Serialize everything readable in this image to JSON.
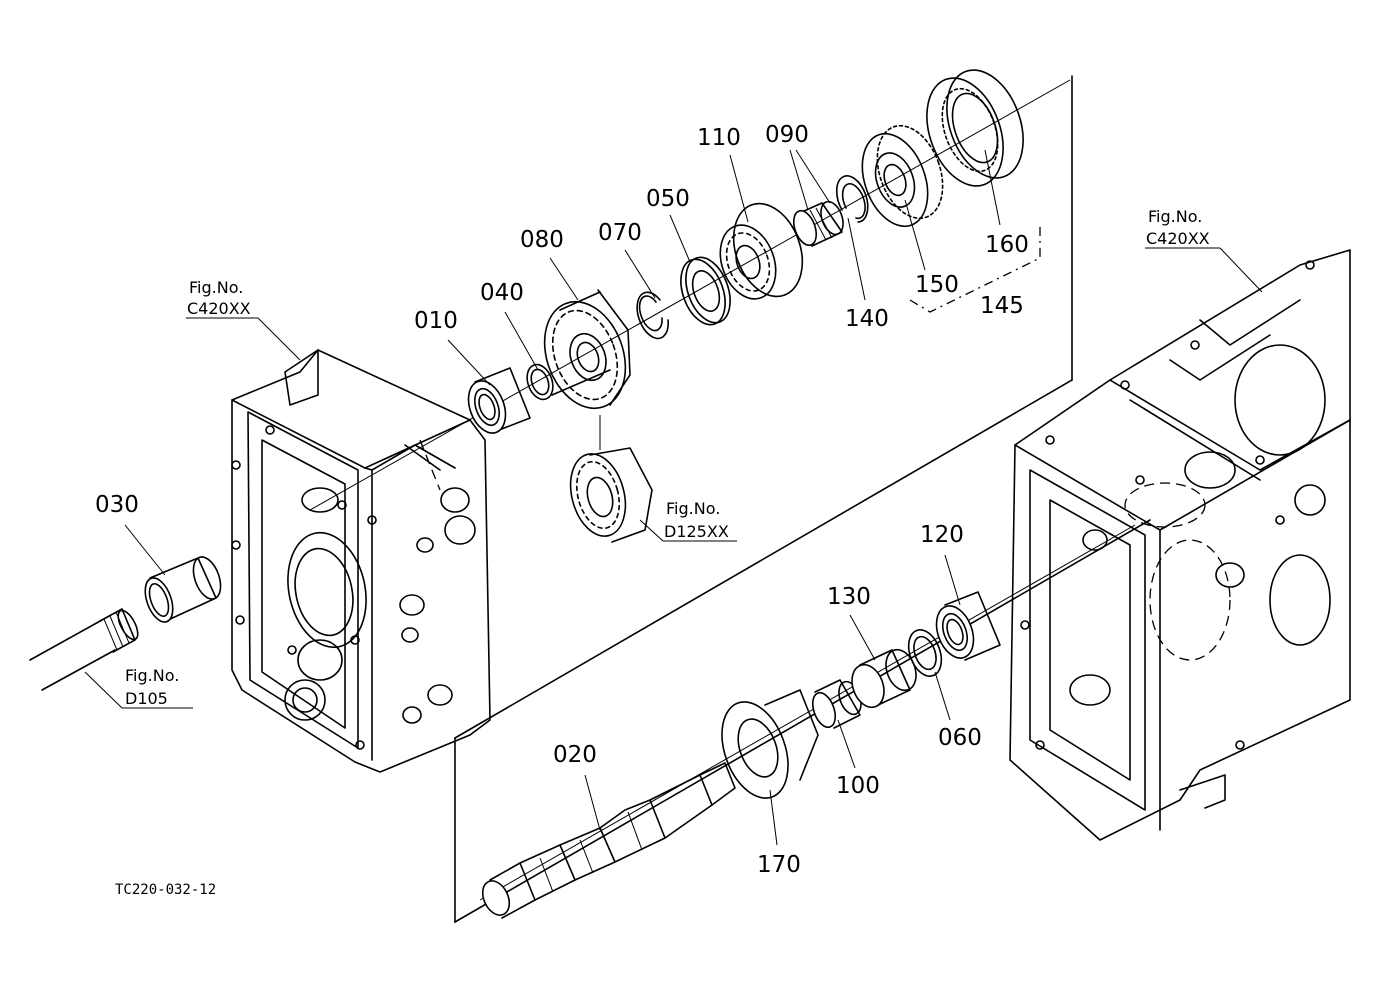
{
  "parts": {
    "p010": "010",
    "p020": "020",
    "p030": "030",
    "p040": "040",
    "p050": "050",
    "p060": "060",
    "p070": "070",
    "p080": "080",
    "p090": "090",
    "p100": "100",
    "p110": "110",
    "p120": "120",
    "p130": "130",
    "p140": "140",
    "p145": "145",
    "p150": "150",
    "p160": "160",
    "p170": "170"
  },
  "figrefs": {
    "fig_label": "Fig.No.",
    "left_case": "C420XX",
    "right_case": "C420XX",
    "gear": "D125XX",
    "shaft": "D105"
  },
  "drawing_code": "TC220-032-12"
}
